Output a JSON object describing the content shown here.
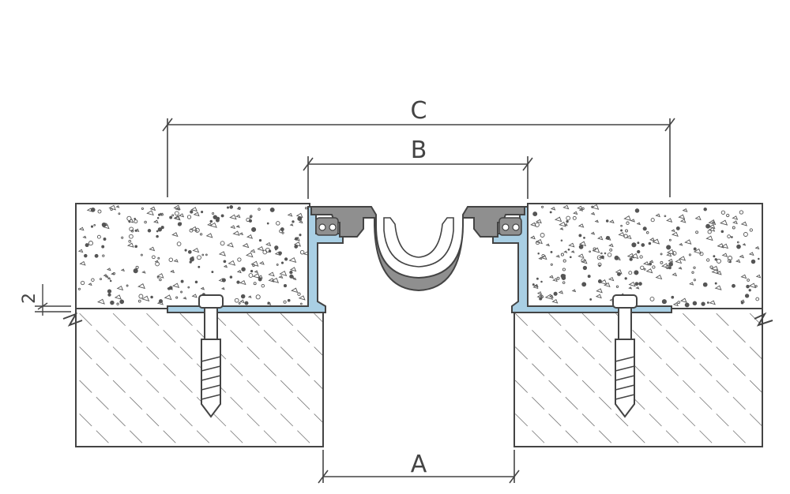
{
  "dimensions": {
    "c_label": "C",
    "b_label": "B",
    "a_label": "A",
    "offset_label": "2"
  },
  "colors": {
    "aluminum_profile": "#a9cfe4",
    "rubber_seal": "#8f8f8f",
    "line": "#444444",
    "concrete_fill": "#ffffff"
  }
}
